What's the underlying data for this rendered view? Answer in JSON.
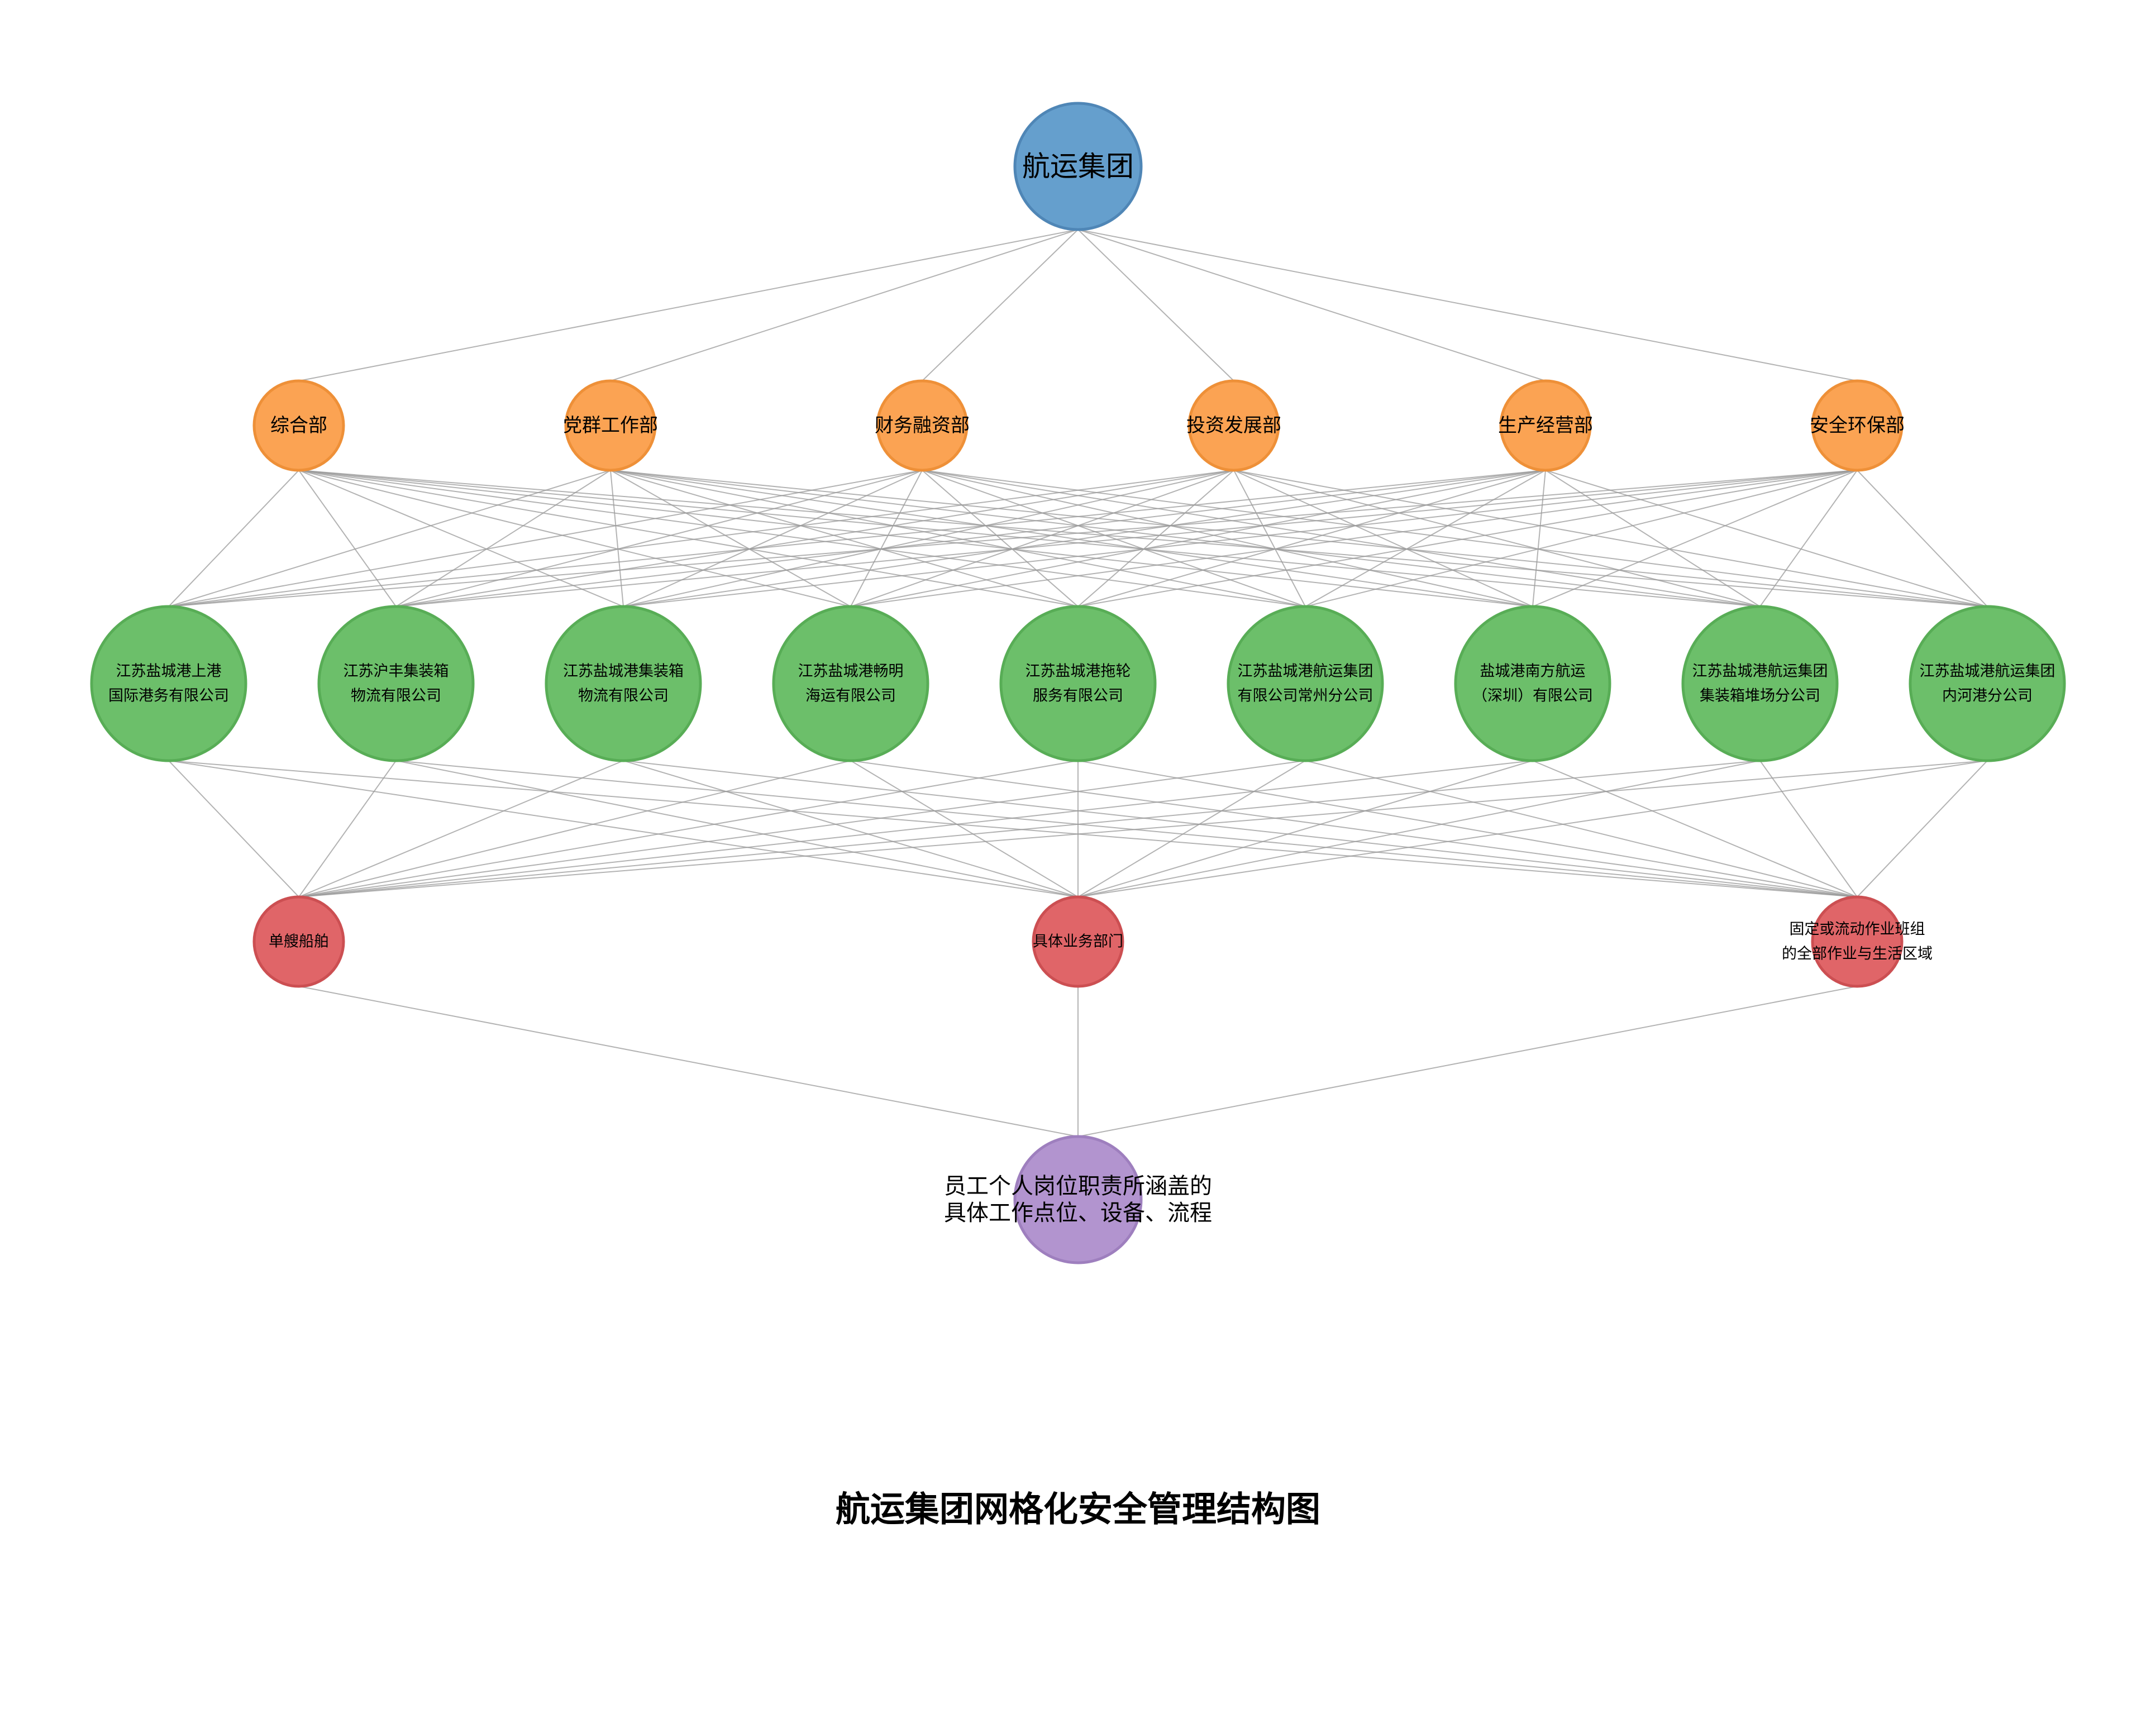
{
  "title": "航运集团网格化安全管理结构图",
  "colors": {
    "root": "#659fcd",
    "root_stroke": "#4f86b6",
    "department": "#fba353",
    "department_stroke": "#ee9038",
    "company": "#6cbf6a",
    "company_stroke": "#58ad56",
    "unit": "#e06568",
    "unit_stroke": "#cc4f52",
    "employee": "#b294cf",
    "employee_stroke": "#9e7fbe",
    "edge": "#9a9a9a"
  },
  "levels": {
    "root": [
      {
        "id": "root",
        "label": [
          "航运集团"
        ]
      }
    ],
    "departments": [
      {
        "id": "d1",
        "label": [
          "综合部"
        ]
      },
      {
        "id": "d2",
        "label": [
          "党群工作部"
        ]
      },
      {
        "id": "d3",
        "label": [
          "财务融资部"
        ]
      },
      {
        "id": "d4",
        "label": [
          "投资发展部"
        ]
      },
      {
        "id": "d5",
        "label": [
          "生产经营部"
        ]
      },
      {
        "id": "d6",
        "label": [
          "安全环保部"
        ]
      }
    ],
    "companies": [
      {
        "id": "c1",
        "label": [
          "江苏盐城港上港",
          "国际港务有限公司"
        ]
      },
      {
        "id": "c2",
        "label": [
          "江苏沪丰集装箱",
          "物流有限公司"
        ]
      },
      {
        "id": "c3",
        "label": [
          "江苏盐城港集装箱",
          "物流有限公司"
        ]
      },
      {
        "id": "c4",
        "label": [
          "江苏盐城港畅明",
          "海运有限公司"
        ]
      },
      {
        "id": "c5",
        "label": [
          "江苏盐城港拖轮",
          "服务有限公司"
        ]
      },
      {
        "id": "c6",
        "label": [
          "江苏盐城港航运集团",
          "有限公司常州分公司"
        ]
      },
      {
        "id": "c7",
        "label": [
          "盐城港南方航运",
          "（深圳）有限公司"
        ]
      },
      {
        "id": "c8",
        "label": [
          "江苏盐城港航运集团",
          "集装箱堆场分公司"
        ]
      },
      {
        "id": "c9",
        "label": [
          "江苏盐城港航运集团",
          "内河港分公司"
        ]
      }
    ],
    "units": [
      {
        "id": "u1",
        "label": [
          "单艘船舶"
        ]
      },
      {
        "id": "u2",
        "label": [
          "具体业务部门"
        ]
      },
      {
        "id": "u3",
        "label": [
          "固定或流动作业班组",
          "的全部作业与生活区域"
        ]
      }
    ],
    "employees": [
      {
        "id": "e1",
        "label": [
          "员工个人岗位职责所涵盖的",
          "具体工作点位、设备、流程"
        ]
      }
    ]
  }
}
